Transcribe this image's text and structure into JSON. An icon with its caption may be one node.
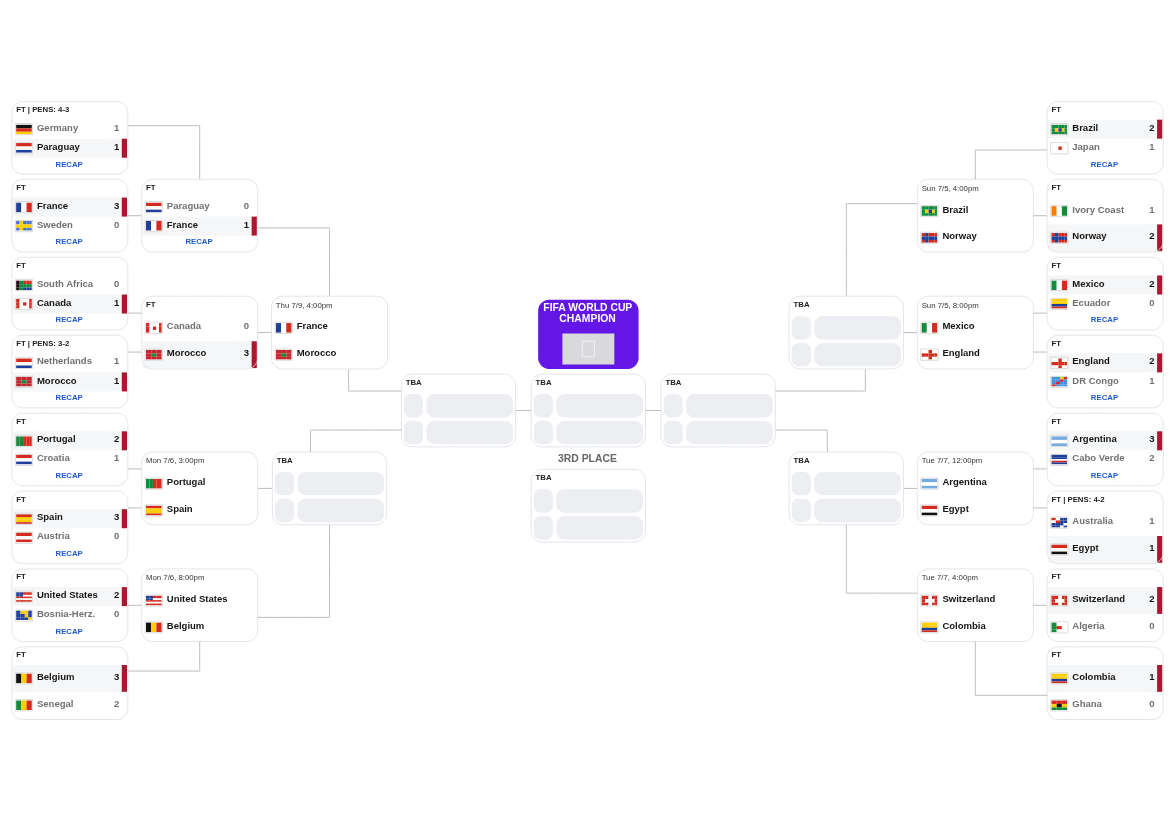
{
  "diagram": {
    "nodes": [
      {
        "text": [
          "FT | PENS: 4-3",
          "Germany",
          "1",
          "Paraguay",
          "1",
          "RECAP"
        ]
      },
      {
        "text": [
          "FT",
          "France",
          "3",
          "Sweden",
          "0",
          "RECAP"
        ]
      },
      {
        "text": [
          "FT",
          "South Africa",
          "0",
          "Canada",
          "1",
          "RECAP"
        ]
      },
      {
        "text": [
          "FT | PENS: 3-2",
          "Netherlands",
          "1",
          "Morocco",
          "1",
          "RECAP"
        ]
      },
      {
        "text": [
          "FT",
          "Portugal",
          "2",
          "Croatia",
          "1",
          "RECAP"
        ]
      },
      {
        "text": [
          "FT",
          "Spain",
          "3",
          "Austria",
          "0",
          "RECAP"
        ]
      },
      {
        "text": [
          "FT",
          "United States",
          "2",
          "Bosnia-Herz.",
          "0",
          "RECAP"
        ]
      },
      {
        "text": [
          "FT",
          "Belgium",
          "3",
          "Senegal",
          "2"
        ]
      },
      {
        "text": [
          "FT",
          "Paraguay",
          "0",
          "France",
          "1",
          "RECAP"
        ]
      },
      {
        "text": [
          "FT",
          "Canada",
          "0",
          "Morocco",
          "3"
        ]
      },
      {
        "text": [
          "Mon 7/6, 3:00pm",
          "Portugal",
          "Spain"
        ]
      },
      {
        "text": [
          "Mon 7/6, 8:00pm",
          "United States",
          "Belgium"
        ]
      },
      {
        "text": [
          "Thu 7/9, 4:00pm",
          "France",
          "Morocco"
        ]
      },
      {
        "text": [
          "TBA"
        ]
      },
      {
        "text": [
          "TBA"
        ]
      },
      {
        "text": [
          "FIFA WORLD CUP CHAMPION"
        ]
      },
      {
        "text": [
          "TBA"
        ]
      },
      {
        "text": [
          "3RD PLACE",
          "TBA"
        ]
      },
      {
        "text": [
          "TBA"
        ]
      },
      {
        "text": [
          "TBA"
        ]
      },
      {
        "text": [
          "TBA"
        ]
      },
      {
        "text": [
          "Sun 7/5, 4:00pm",
          "Brazil",
          "Norway"
        ]
      },
      {
        "text": [
          "Sun 7/5, 8:00pm",
          "Mexico",
          "England"
        ]
      },
      {
        "text": [
          "Tue 7/7, 12:00pm",
          "Argentina",
          "Egypt"
        ]
      },
      {
        "text": [
          "Tue 7/7, 4:00pm",
          "Switzerland",
          "Colombia"
        ]
      },
      {
        "text": [
          "FT",
          "Brazil",
          "2",
          "Japan",
          "1",
          "RECAP"
        ]
      },
      {
        "text": [
          "FT",
          "Ivory Coast",
          "1",
          "Norway",
          "2"
        ]
      },
      {
        "text": [
          "FT",
          "Mexico",
          "2",
          "Ecuador",
          "0",
          "RECAP"
        ]
      },
      {
        "text": [
          "FT",
          "England",
          "2",
          "DR Congo",
          "1",
          "RECAP"
        ]
      },
      {
        "text": [
          "FT",
          "Argentina",
          "3",
          "Cabo Verde",
          "2",
          "RECAP"
        ]
      },
      {
        "text": [
          "FT | PENS: 4-2",
          "Australia",
          "1",
          "Egypt",
          "1"
        ]
      },
      {
        "text": [
          "FT",
          "Switzerland",
          "2",
          "Algeria",
          "0"
        ]
      },
      {
        "text": [
          "FT",
          "Colombia",
          "1",
          "Ghana",
          "0"
        ]
      }
    ],
    "edges": [
      {
        "from": 0,
        "to": 8,
        "arrow": "none"
      },
      {
        "from": 1,
        "to": 8,
        "arrow": "none"
      },
      {
        "from": 2,
        "to": 9,
        "arrow": "none"
      },
      {
        "from": 3,
        "to": 9,
        "arrow": "none"
      },
      {
        "from": 4,
        "to": 10,
        "arrow": "none"
      },
      {
        "from": 5,
        "to": 10,
        "arrow": "none"
      },
      {
        "from": 6,
        "to": 11,
        "arrow": "none"
      },
      {
        "from": 7,
        "to": 11,
        "arrow": "none"
      },
      {
        "from": 8,
        "to": 12,
        "arrow": "none"
      },
      {
        "from": 9,
        "to": 12,
        "arrow": "none"
      },
      {
        "from": 10,
        "to": 13,
        "arrow": "none"
      },
      {
        "from": 11,
        "to": 13,
        "arrow": "none"
      },
      {
        "from": 12,
        "to": 14,
        "arrow": "none"
      },
      {
        "from": 13,
        "to": 14,
        "arrow": "none"
      },
      {
        "from": 14,
        "to": 16,
        "arrow": "none"
      },
      {
        "from": 16,
        "to": 18,
        "arrow": "none"
      },
      {
        "from": 18,
        "to": 19,
        "arrow": "none"
      },
      {
        "from": 18,
        "to": 20,
        "arrow": "none"
      },
      {
        "from": 19,
        "to": 21,
        "arrow": "none"
      },
      {
        "from": 19,
        "to": 22,
        "arrow": "none"
      },
      {
        "from": 20,
        "to": 23,
        "arrow": "none"
      },
      {
        "from": 20,
        "to": 24,
        "arrow": "none"
      },
      {
        "from": 21,
        "to": 25,
        "arrow": "none"
      },
      {
        "from": 21,
        "to": 26,
        "arrow": "none"
      },
      {
        "from": 22,
        "to": 27,
        "arrow": "none"
      },
      {
        "from": 22,
        "to": 28,
        "arrow": "none"
      },
      {
        "from": 23,
        "to": 29,
        "arrow": "none"
      },
      {
        "from": 23,
        "to": 30,
        "arrow": "none"
      },
      {
        "from": 24,
        "to": 31,
        "arrow": "none"
      },
      {
        "from": 24,
        "to": 32,
        "arrow": "none"
      }
    ]
  }
}
